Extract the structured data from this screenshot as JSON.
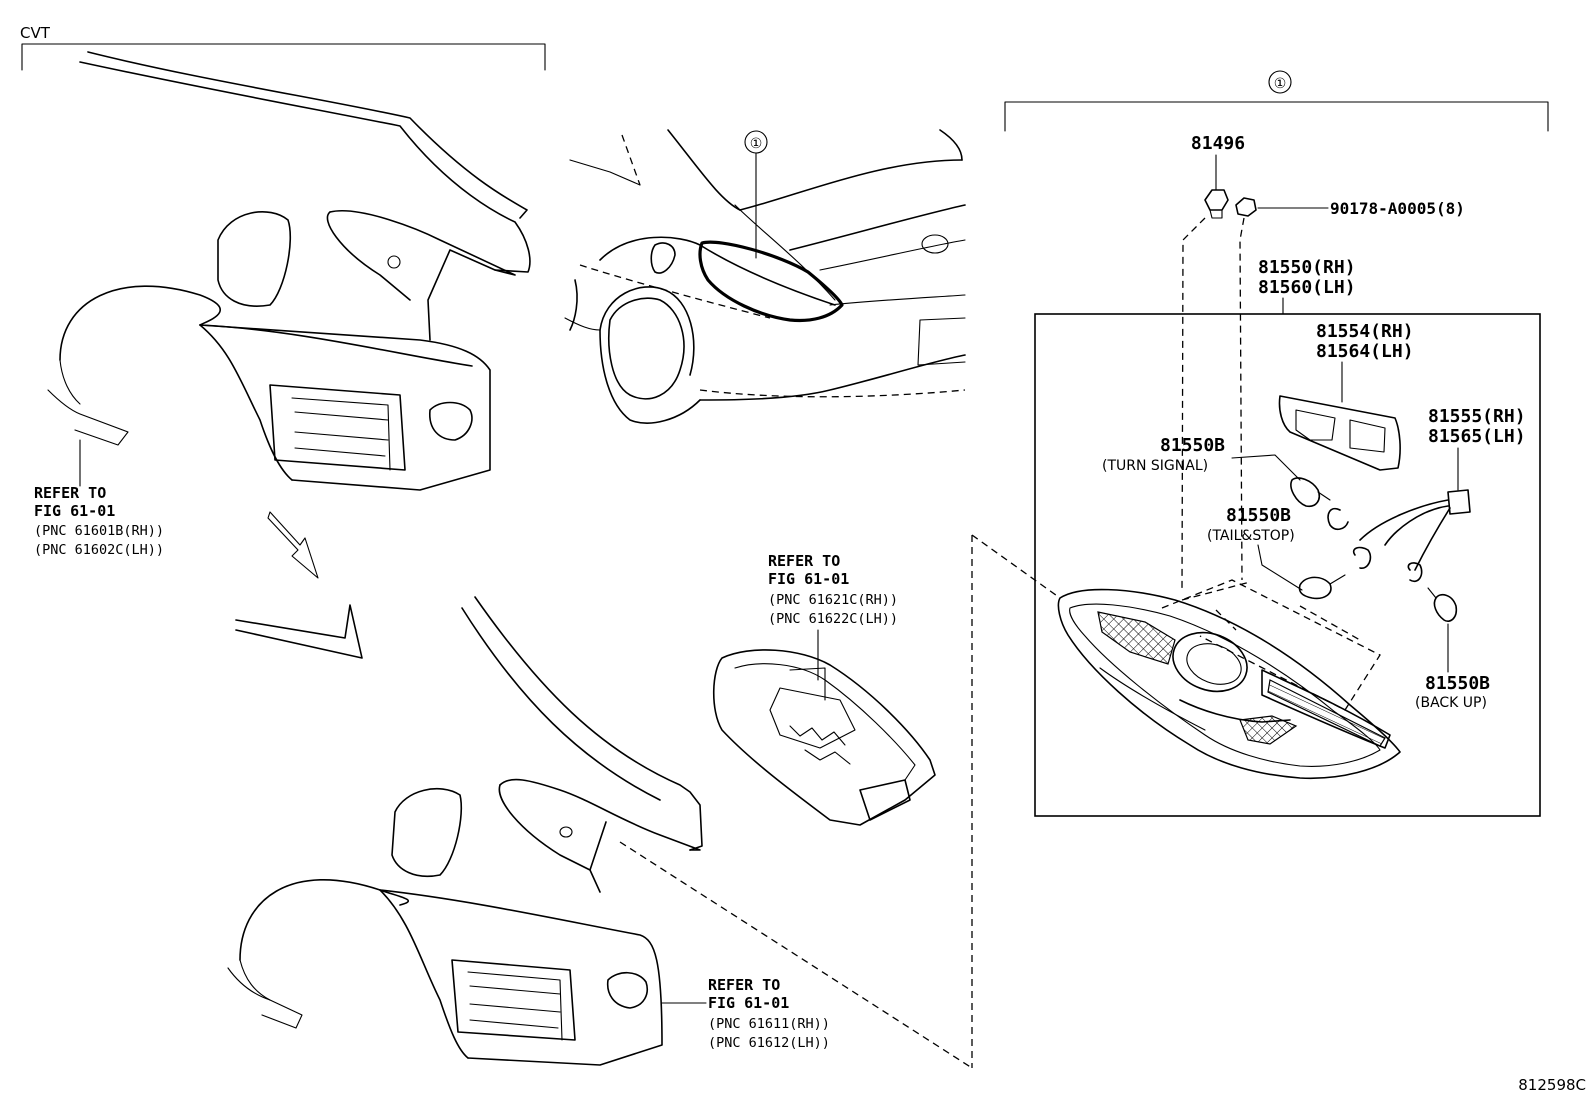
{
  "header": {
    "label": "CVT"
  },
  "callout_symbol": "①",
  "figure_id": "812598C",
  "refs": {
    "top_left": {
      "line1": "REFER TO",
      "line2": "FIG 61-01",
      "pnc1": "(PNC 61601B(RH))",
      "pnc2": "(PNC 61602C(LH))"
    },
    "middle": {
      "line1": "REFER TO",
      "line2": "FIG 61-01",
      "pnc1": "(PNC 61621C(RH))",
      "pnc2": "(PNC 61622C(LH))"
    },
    "bottom": {
      "line1": "REFER TO",
      "line2": "FIG 61-01",
      "pnc1": "(PNC 61611(RH))",
      "pnc2": "(PNC 61612(LH))"
    }
  },
  "parts": {
    "p81496": "81496",
    "p90178": "90178-A0005(8)",
    "p81550_rh": "81550(RH)",
    "p81560_lh": "81560(LH)",
    "p81554_rh": "81554(RH)",
    "p81564_lh": "81564(LH)",
    "p81555_rh": "81555(RH)",
    "p81565_lh": "81565(LH)",
    "bulb_turn": "81550B",
    "bulb_turn_note": "(TURN SIGNAL)",
    "bulb_tail": "81550B",
    "bulb_tail_note": "(TAIL&STOP)",
    "bulb_back": "81550B",
    "bulb_back_note": "(BACK UP)"
  }
}
